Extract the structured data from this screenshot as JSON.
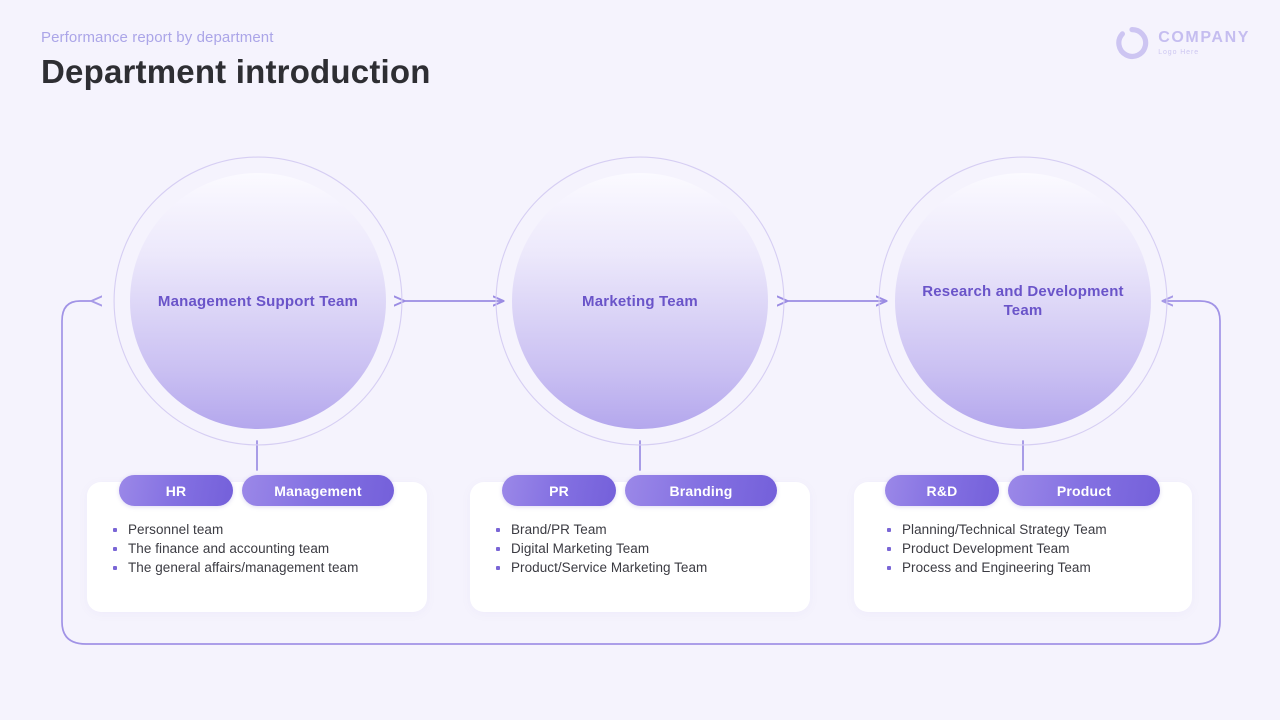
{
  "header": {
    "eyebrow": "Performance report by department",
    "title": "Department introduction"
  },
  "logo": {
    "mark_icon": "ring-logo-icon",
    "name": "COMPANY",
    "subtitle": "Logo Here"
  },
  "colors": {
    "background": "#f5f3fd",
    "accent": "#7a66d6",
    "accent_deep": "#6a54c9",
    "badge_gradient_start": "#9b88e8",
    "badge_gradient_end": "#7460da",
    "circle_gradient_top": "#fbfaff",
    "circle_gradient_bottom": "#b4a7ed",
    "connector_line": "#a193e6",
    "card_background": "#ffffff",
    "title_text": "#2e2e33",
    "eyebrow_text": "#aba5e8",
    "body_text": "#3b3b42"
  },
  "diagram": {
    "type": "cycle-flow",
    "loop_direction": "bidirectional",
    "nodes": [
      {
        "id": "management-support",
        "label": "Management Support Team",
        "badges": [
          "HR",
          "Management"
        ],
        "items": [
          "Personnel team",
          "The finance and accounting team",
          "The general affairs/management team"
        ]
      },
      {
        "id": "marketing",
        "label": "Marketing Team",
        "badges": [
          "PR",
          "Branding"
        ],
        "items": [
          "Brand/PR Team",
          "Digital Marketing Team",
          "Product/Service Marketing Team"
        ]
      },
      {
        "id": "research-development",
        "label": "Research and Development Team",
        "badges": [
          "R&D",
          "Product"
        ],
        "items": [
          "Planning/Technical Strategy Team",
          "Product Development Team",
          "Process and Engineering Team"
        ]
      }
    ],
    "connectors": [
      {
        "from": "management-support",
        "to": "marketing",
        "style": "double-arrow"
      },
      {
        "from": "marketing",
        "to": "research-development",
        "style": "double-arrow"
      }
    ]
  }
}
